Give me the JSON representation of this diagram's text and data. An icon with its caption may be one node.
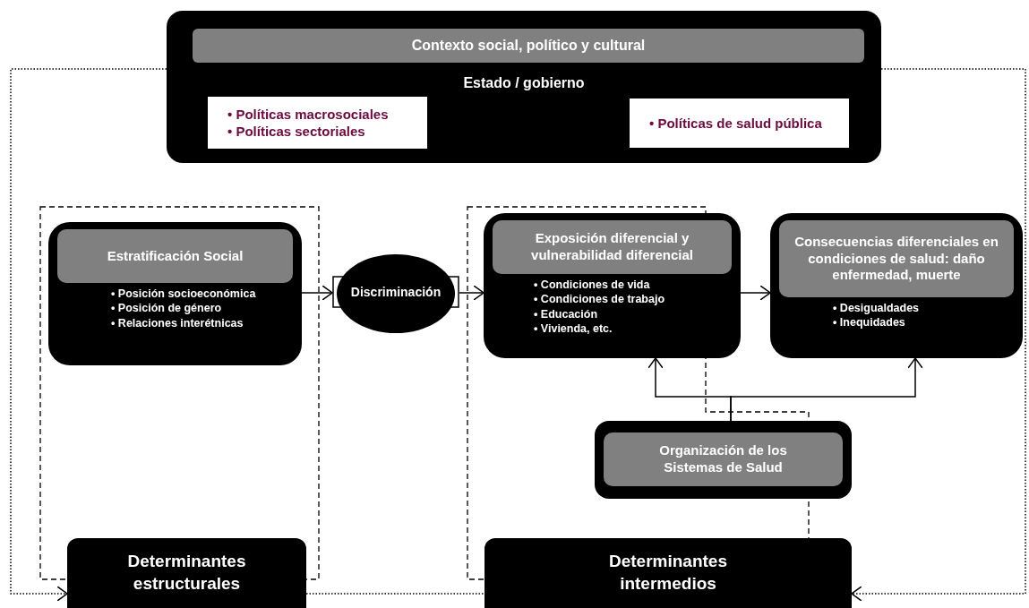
{
  "diagram": {
    "nodes": [
      {
        "text": [
          "Estado / gobierno"
        ]
      },
      {
        "text": [
          "Contexto social, político y cultural"
        ],
        "in": 0
      },
      {
        "text": [
          "• Políticas macrosociales",
          "• Políticas sectoriales"
        ],
        "in": 0
      },
      {
        "text": [
          "• Políticas de salud pública"
        ],
        "in": 0
      },
      {
        "text": [
          "Estratificación Social",
          "• Posición socioeconómica",
          "• Posición de género",
          "• Relaciones interétnicas"
        ]
      },
      {
        "text": [
          "Discriminación"
        ]
      },
      {
        "text": [
          "Exposición diferencial y vulnerabilidad diferencial",
          "• Condiciones de vida",
          "• Condiciones de trabajo",
          "• Educación",
          "• Vivienda, etc."
        ]
      },
      {
        "text": [
          "Consecuencias diferenciales en condiciones de salud: daño enfermedad, muerte",
          "• Desigualdades",
          "• Inequidades"
        ]
      },
      {
        "text": [
          "Organización de los Sistemas de Salud"
        ]
      },
      {
        "text": [
          "Determinantes estructurales"
        ]
      },
      {
        "text": [
          "Determinantes intermedios"
        ]
      }
    ],
    "edges": [
      {
        "from": 4,
        "to": 5,
        "arrow": "to"
      },
      {
        "from": 5,
        "to": 6,
        "arrow": "to"
      },
      {
        "from": 6,
        "to": 7,
        "arrow": "to"
      },
      {
        "from": 8,
        "to": 6,
        "arrow": "to"
      },
      {
        "from": 8,
        "to": 7,
        "arrow": "to"
      },
      {
        "from": 0,
        "to": 9,
        "arrow": "to",
        "style": "dashed"
      },
      {
        "from": 0,
        "to": 10,
        "arrow": "to",
        "style": "dashed"
      },
      {
        "from": 9,
        "to": 10,
        "arrow": "none",
        "style": "dashed"
      }
    ]
  }
}
